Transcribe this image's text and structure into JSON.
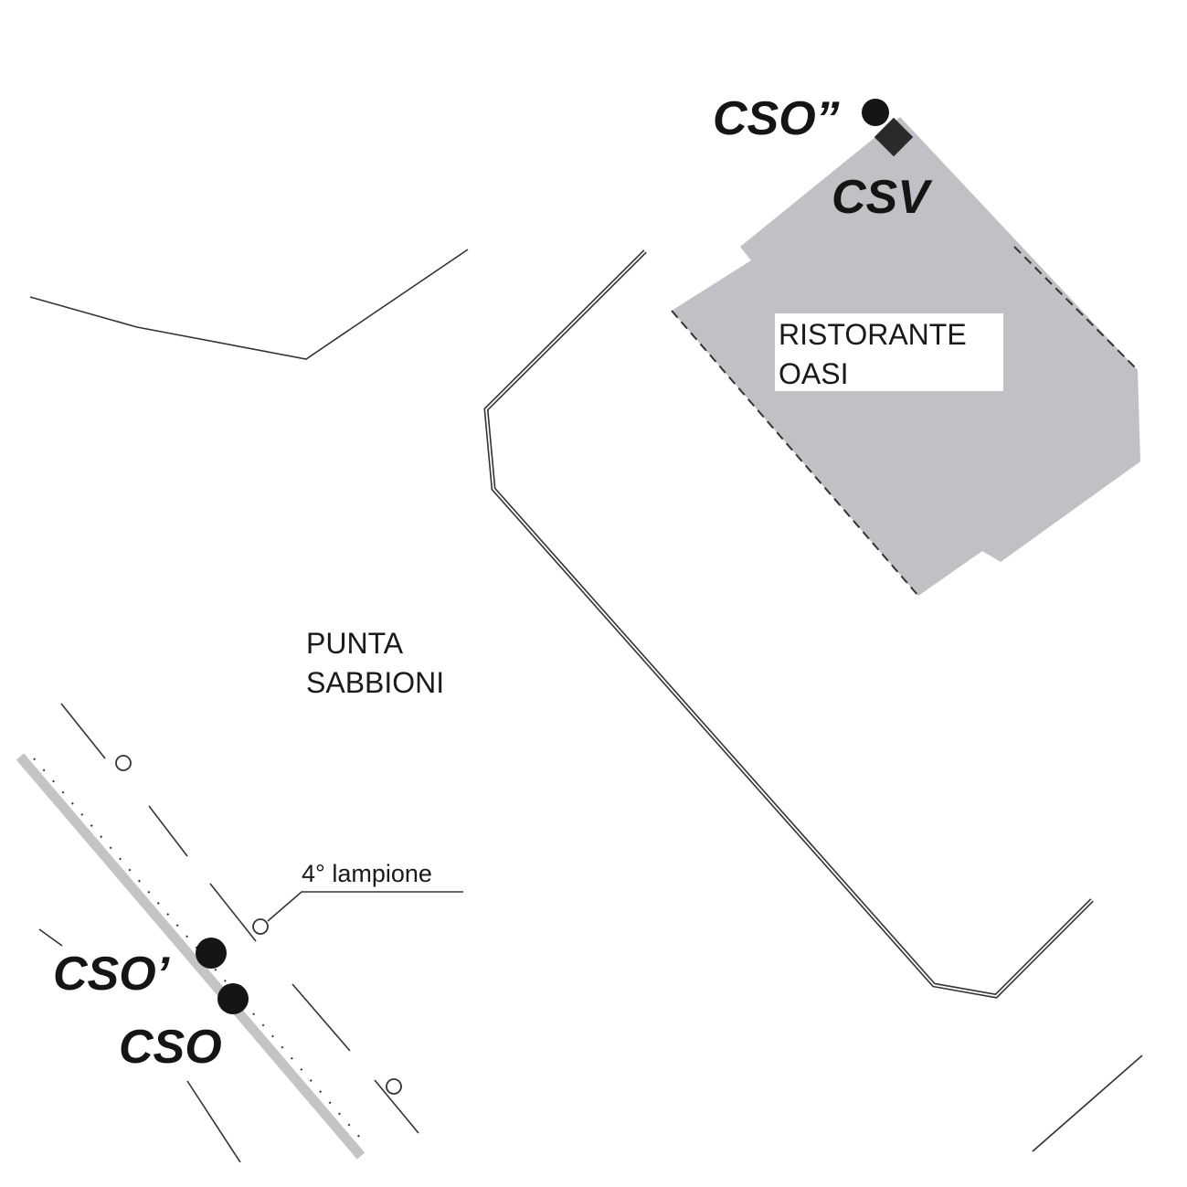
{
  "colors": {
    "building": "#c0c1c4",
    "road_band": "#c3c4c6",
    "ink": "#151515"
  },
  "labels": {
    "cso_double": "CSO”",
    "csv": "CSV",
    "cso_prime": "CSO’",
    "cso": "CSO",
    "restaurant_line1": "RISTORANTE",
    "restaurant_line2": "OASI",
    "place_line1": "PUNTA",
    "place_line2": "SABBIONI",
    "lamp": "4° lampione"
  }
}
